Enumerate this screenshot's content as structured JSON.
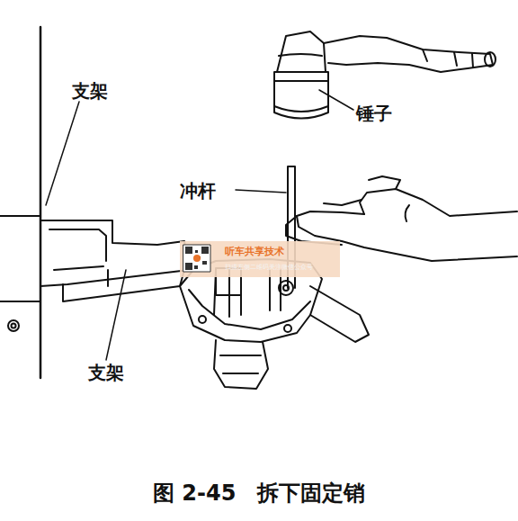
{
  "diagram": {
    "caption": "图 2-45　拆下固定销",
    "labels": [
      "支架",
      "锤子",
      "冲杆",
      "支架",
      "听车共享技术",
      "扫描左侧二维码关注微信公众号"
    ]
  }
}
